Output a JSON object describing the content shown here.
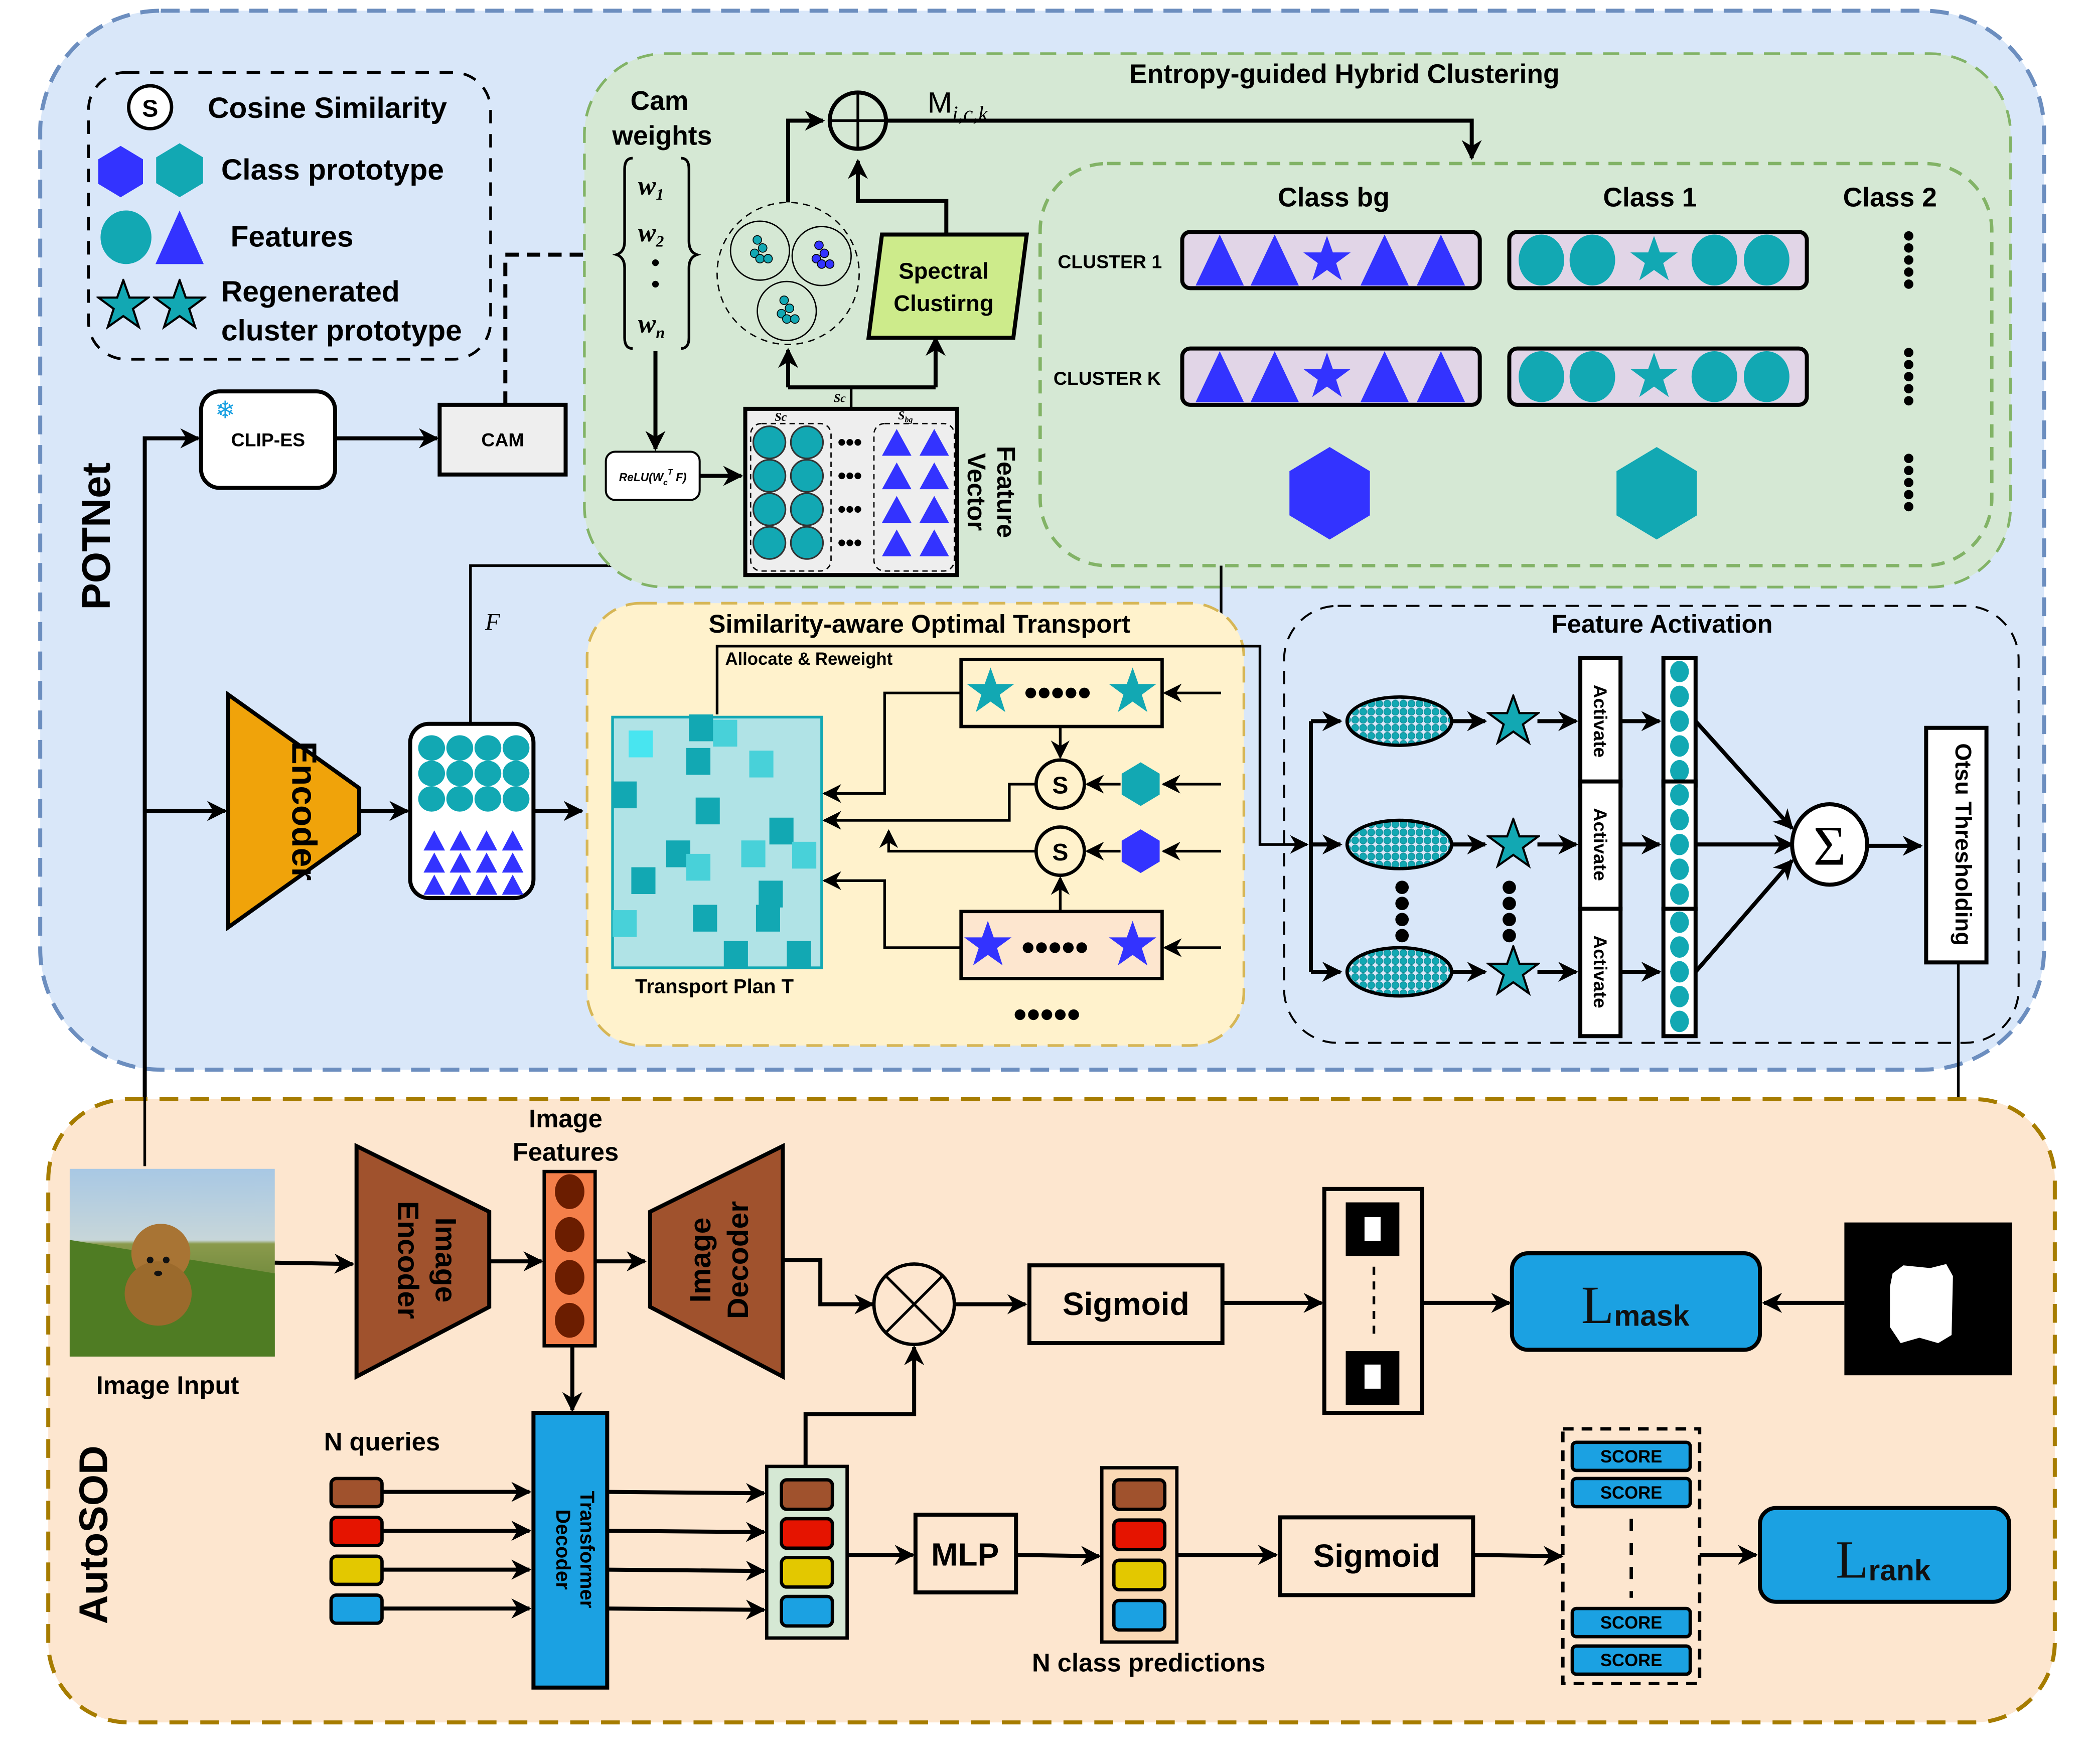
{
  "colors": {
    "potnet_bg": "#d9e7f9",
    "potnet_border": "#6c8ebf",
    "autosod_bg": "#fde6cf",
    "autosod_border": "#a67c00",
    "clustering_bg": "#d5e8d4",
    "clustering_border": "#82b366",
    "ot_bg": "#fff2cc",
    "ot_border": "#d6b656",
    "teal": "#12a8b3",
    "blue": "#3333ff",
    "brown": "#a0522d",
    "orange": "#f47f4a",
    "encoder": "#f0a30a",
    "spectral": "#cdeb8b",
    "loss_blue": "#1ba1e2",
    "query_red": "#e51400",
    "query_yellow": "#e3c800"
  },
  "sections": {
    "potnet_label": "POTNet",
    "autosod_label": "AutoSOD"
  },
  "legend": {
    "cosine_symbol": "S",
    "cosine_label": "Cosine Similarity",
    "class_prototype_label": "Class prototype",
    "features_label": "Features",
    "regenerated_line1": "Regenerated",
    "regenerated_line2": "cluster prototype"
  },
  "potnet": {
    "clip_es_label": "CLIP-ES",
    "cam_label": "CAM",
    "cam_weights_line1": "Cam",
    "cam_weights_line2": "weights",
    "weights": [
      "w",
      "w",
      "w"
    ],
    "weight_subs": [
      "1",
      "2",
      "n"
    ],
    "relu_label": "ReLU(W",
    "relu_sub": "c",
    "relu_sup": "T",
    "relu_tail": " F)",
    "feature_label": "F",
    "encoder_label": "Encoder",
    "feature_vector_line1": "Feature",
    "feature_vector_line2": "Vector",
    "sc_label": "Sc",
    "sbg_label": "S",
    "sbg_sub": "bg",
    "spectral_line1": "Spectral",
    "spectral_line2": "Clustirng",
    "m_label": "M",
    "m_sub": "i,c,k"
  },
  "clustering": {
    "title": "Entropy-guided Hybrid Clustering",
    "class_headers": [
      "Class bg",
      "Class 1",
      "Class 2"
    ],
    "cluster_rows": [
      "CLUSTER 1",
      "CLUSTER K"
    ]
  },
  "optimal_transport": {
    "title": "Similarity-aware Optimal Transport",
    "allocate_label": "Allocate & Reweight",
    "transport_plan_label": "Transport Plan T",
    "similarity_symbol": "S"
  },
  "feature_activation": {
    "title": "Feature Activation",
    "activate_labels": [
      "Activate",
      "Activate",
      "Activate"
    ],
    "sum_symbol": "Σ",
    "otsu_label": "Otsu Thresholding"
  },
  "autosod": {
    "image_input_label": "Image Input",
    "image_encoder_line1": "Image",
    "image_encoder_line2": "Encoder",
    "image_features_line1": "Image",
    "image_features_line2": "Features",
    "image_decoder_line1": "Image",
    "image_decoder_line2": "Decoder",
    "sigmoid_top": "Sigmoid",
    "sigmoid_bottom": "Sigmoid",
    "l_mask_main": "L",
    "l_mask_sub": "mask",
    "l_rank_main": "L",
    "l_rank_sub": "rank",
    "n_queries_label": "N queries",
    "transformer_line1": "Transformer",
    "transformer_line2": "Decoder",
    "mlp_label": "MLP",
    "n_class_predictions_label": "N class predictions",
    "score_labels": [
      "SCORE",
      "SCORE",
      "SCORE",
      "SCORE"
    ]
  }
}
